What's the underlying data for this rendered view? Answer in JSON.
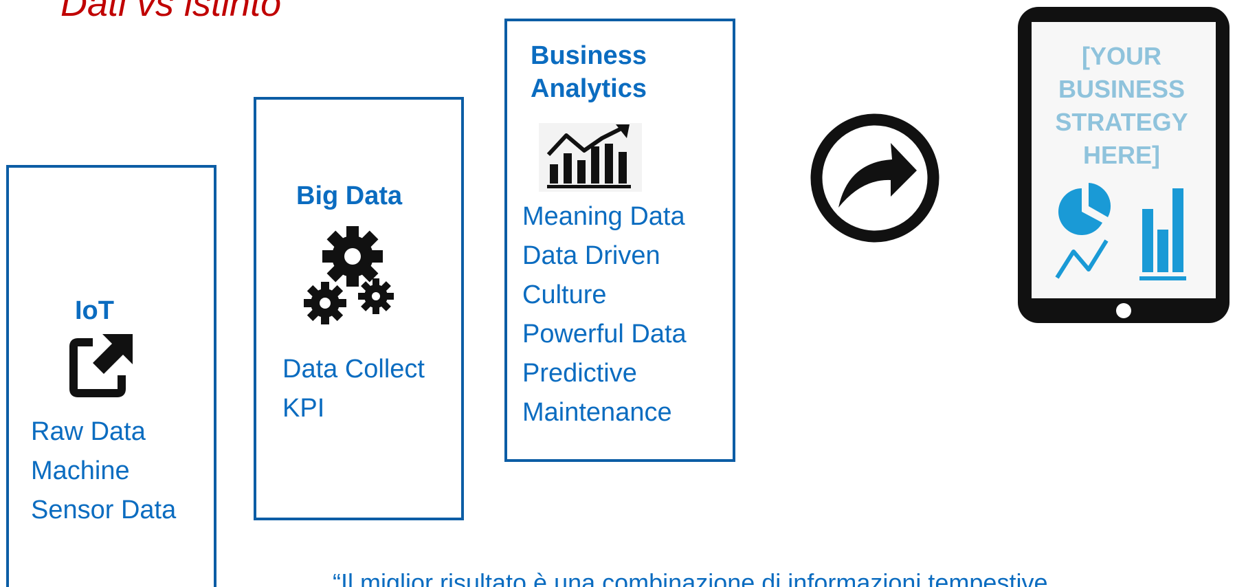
{
  "slide": {
    "title": "Dati vs istinto",
    "quote": "“Il miglior risultato è una combinazione di informazioni tempestive"
  },
  "boxes": {
    "iot": {
      "title": "IoT",
      "lines": [
        "Raw Data",
        "Machine",
        "Sensor Data"
      ],
      "icon": "external-link-icon"
    },
    "big_data": {
      "title": "Big Data",
      "lines": [
        "Data Collect",
        "KPI"
      ],
      "icon": "gears-icon"
    },
    "business_analytics": {
      "title_lines": [
        "Business",
        "Analytics"
      ],
      "lines": [
        "Meaning Data",
        "Data Driven",
        "Culture",
        "Powerful Data",
        "Predictive",
        "Maintenance"
      ],
      "icon": "growth-chart-icon"
    }
  },
  "share_icon": "share-arrow-icon",
  "tablet": {
    "screen_lines": [
      "[YOUR",
      "BUSINESS",
      "STRATEGY",
      "HERE]"
    ],
    "icons": [
      "pie-chart-icon",
      "bar-chart-icon",
      "line-chart-icon"
    ]
  },
  "colors": {
    "title": "#c00000",
    "accent_blue": "#0b6cc0",
    "box_border": "#0c5da5",
    "tablet_text": "#8fc3dc",
    "tablet_chart": "#1a9ad6"
  }
}
